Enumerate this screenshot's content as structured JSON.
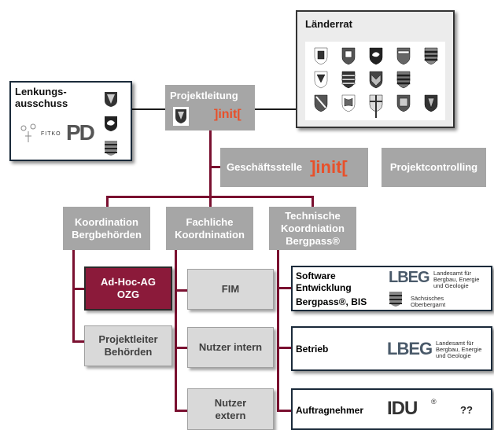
{
  "laenderrat": {
    "title": "Länderrat"
  },
  "lenkung": {
    "title": "Lenkungs-\nausschuss",
    "fitko": "FITKO",
    "pd": "PD"
  },
  "projektleitung": {
    "title": "Projektleitung",
    "init": "]init["
  },
  "geschaeftsstelle": {
    "label": "Geschäftsstelle",
    "init": "]init["
  },
  "projektcontrolling": {
    "label": "Projektcontrolling"
  },
  "columns": [
    {
      "label": "Koordination\nBergbehörden"
    },
    {
      "label": "Fachliche\nKoordnination"
    },
    {
      "label": "Technische\nKoordniation\nBergpass®"
    }
  ],
  "left_items": [
    {
      "label": "Ad-Hoc-AG\nOZG"
    },
    {
      "label": "Projektleiter\nBehörden"
    }
  ],
  "mid_items": [
    {
      "label": "FIM"
    },
    {
      "label": "Nutzer intern"
    },
    {
      "label": "Nutzer\nextern"
    }
  ],
  "right_items": {
    "software": {
      "label_1": "Software",
      "label_2": "Entwicklung",
      "label_3": "Bergpass®, BIS",
      "lbeg": "LBEG",
      "lbeg_text": "Landesamt für\nBergbau, Energie\nund Geologie",
      "sachs_text": "Sächsisches\nOberbergamt"
    },
    "betrieb": {
      "label": "Betrieb",
      "lbeg": "LBEG",
      "lbeg_text": "Landesamt für\nBergbau, Energie\nund Geologie"
    },
    "auftrag": {
      "label": "Auftragnehmer",
      "idu": "IDU",
      "reg": "®",
      "q": "??"
    }
  }
}
